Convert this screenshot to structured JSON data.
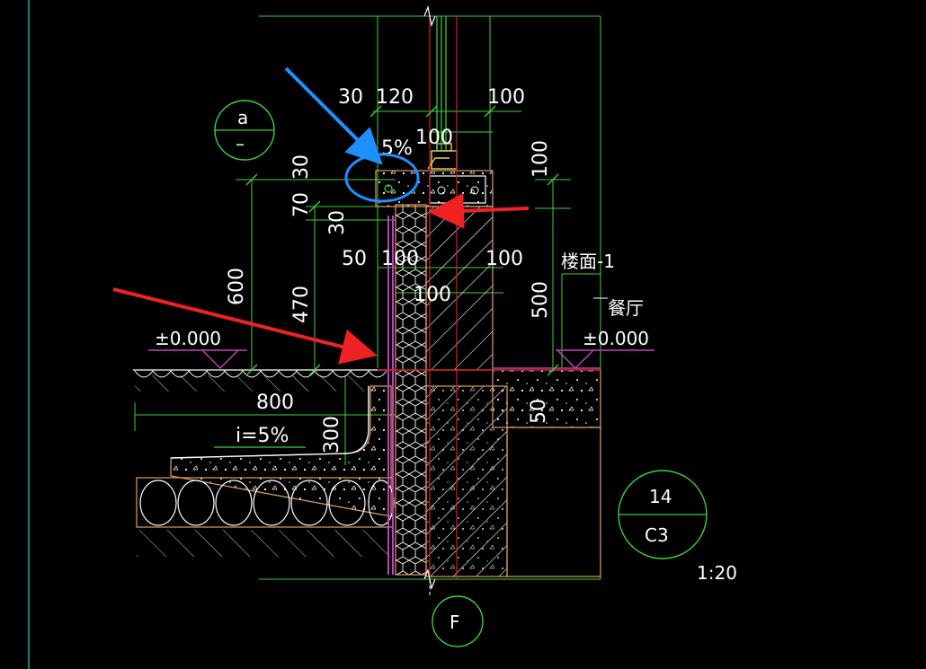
{
  "colors": {
    "background": "#000000",
    "dim_line": "#3fd03f",
    "wall": "#e0a060",
    "insulation": "#f0f0f0",
    "axis_red": "#d02020",
    "membrane": "#c040c0",
    "arrow_red": "#ee2222",
    "arrow_blue": "#1e90ff",
    "left_rule": "#00b0b0"
  },
  "dimensions": {
    "d30_top": "30",
    "d120": "120",
    "d100_top": "100",
    "d100_under": "100",
    "d5pct": "5%",
    "d30_v": "30",
    "d70": "70",
    "d30_v2": "30",
    "d100_right": "100",
    "d50": "50",
    "d100_mid_l": "100",
    "d100_mid_r": "100",
    "d100_mid_b": "100",
    "d600": "600",
    "d470": "470",
    "d500": "500",
    "d800": "800",
    "d300": "300",
    "d50_lower": "50"
  },
  "labels": {
    "floor_finish": "楼面-1",
    "room": "餐厅",
    "elev_left": "±0.000",
    "elev_right": "±0.000",
    "slope": "i=5%",
    "scale": "1:20"
  },
  "callouts": {
    "detail_top": "a",
    "detail_bottom": "–",
    "ref_top": "14",
    "ref_bottom": "C3",
    "axis": "F"
  }
}
